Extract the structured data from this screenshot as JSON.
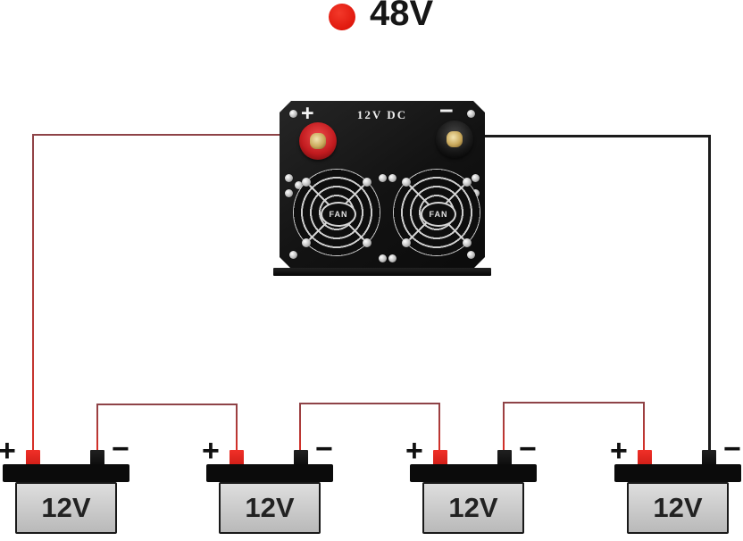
{
  "header": {
    "total_voltage_label": "48V"
  },
  "inverter": {
    "model_label": "12V DC",
    "plus_label": "+",
    "minus_label": "−",
    "fans": [
      {
        "label": "FAN"
      },
      {
        "label": "FAN"
      }
    ]
  },
  "batteries": [
    {
      "label": "12V",
      "plus": "+",
      "minus": "−"
    },
    {
      "label": "12V",
      "plus": "+",
      "minus": "−"
    },
    {
      "label": "12V",
      "plus": "+",
      "minus": "−"
    },
    {
      "label": "12V",
      "plus": "+",
      "minus": "−"
    }
  ],
  "colors": {
    "accent_red": "#e0190e",
    "wire_positive": "#8e4347",
    "wire_positive_bright": "#d52f27",
    "wire_negative": "#1b1b1b",
    "battery_body": "#c8c8c8",
    "device_body": "#141414"
  }
}
